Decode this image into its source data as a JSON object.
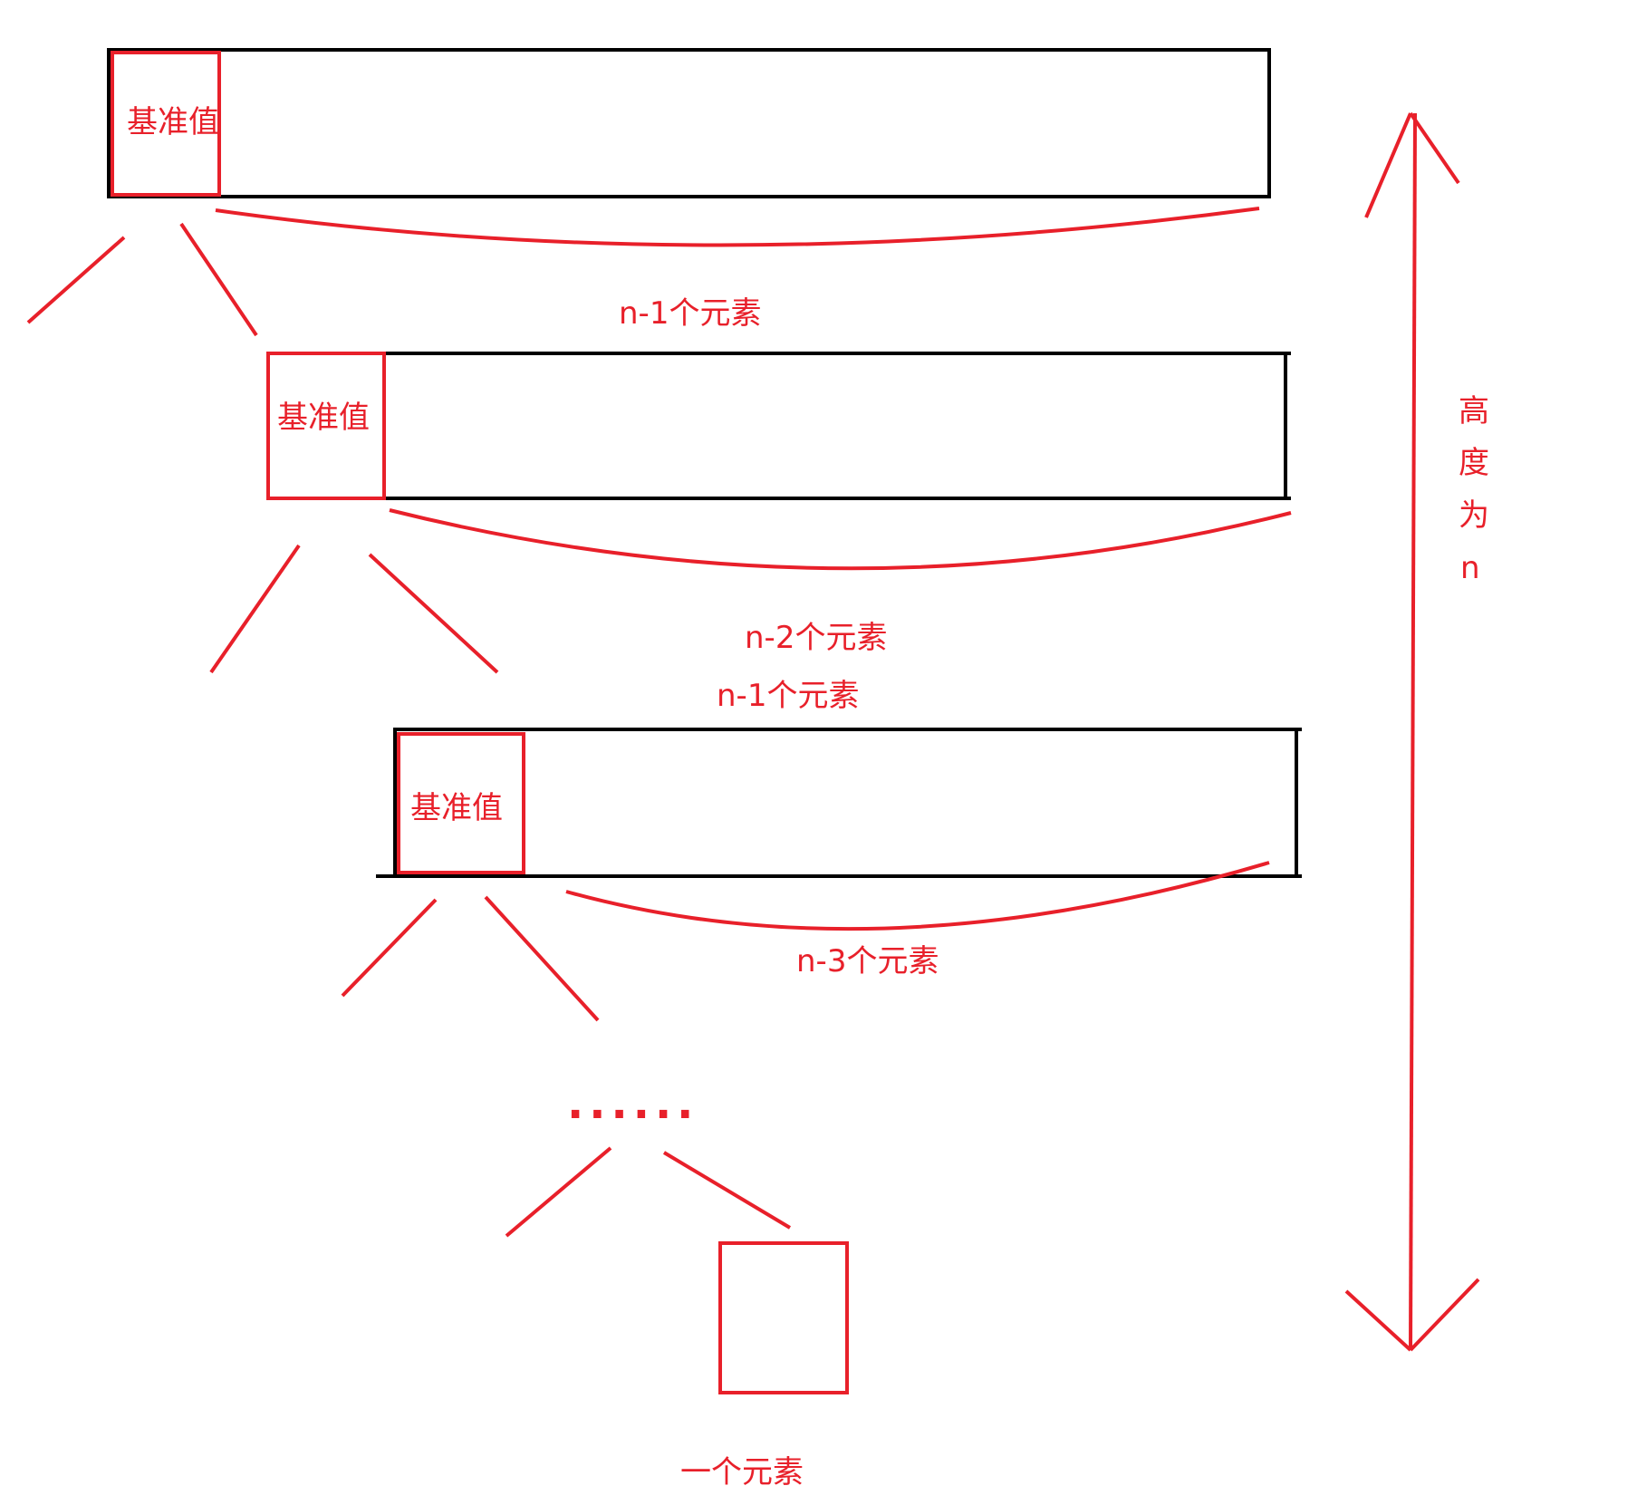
{
  "colors": {
    "red": "#e8202a",
    "black": "#000000",
    "background": "#ffffff"
  },
  "levels": [
    {
      "pivot_label": "基准值",
      "count_label": "n-1个元素"
    },
    {
      "pivot_label": "基准值",
      "count_label": "n-2个元素",
      "extra_label": "n-1个元素"
    },
    {
      "pivot_label": "基准值",
      "count_label": "n-3个元素"
    }
  ],
  "ellipsis": "······",
  "final_label": "一个元素",
  "height_label": [
    "高",
    "度",
    "为",
    "n"
  ]
}
